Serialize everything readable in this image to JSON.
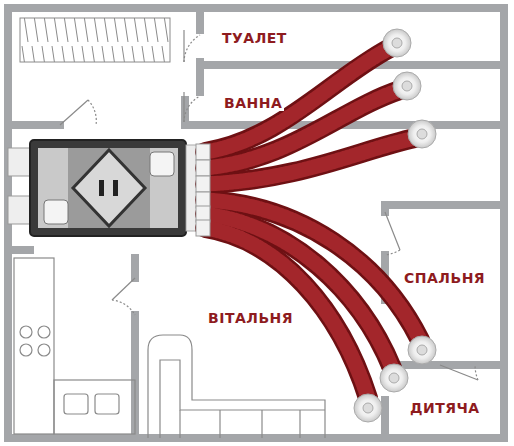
{
  "diagram": {
    "labels": [
      "ТУАЛЕТ",
      "ВАННА",
      "СПАЛЬНЯ",
      "ВІТАЛЬНЯ",
      "ДИТЯЧА"
    ]
  }
}
